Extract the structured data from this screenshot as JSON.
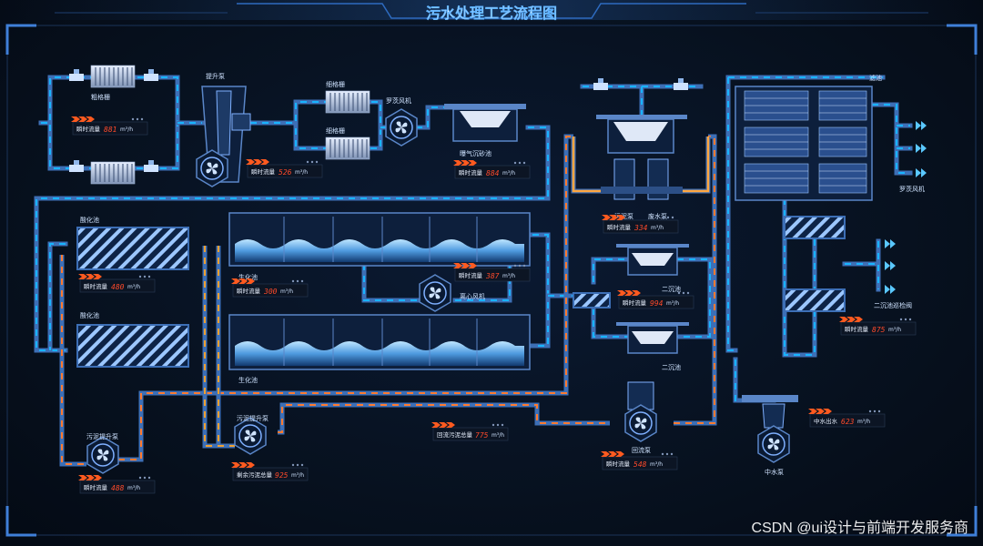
{
  "title": "污水处理工艺流程图",
  "labels": {
    "coarse_screen": "粗格栅",
    "lift_pump": "提升泵",
    "fine_screen_1": "细格栅",
    "fine_screen_2": "细格栅",
    "roots_blower_1": "罗茨风机",
    "aerated_grit": "曝气沉砂池",
    "acid_pool_1": "酸化池",
    "acid_pool_2": "酸化池",
    "bio_pool_1": "生化池",
    "bio_pool_2": "生化池",
    "centrifugal_blower": "离心风机",
    "sludge_pump": "污泥泵",
    "waste_pump": "废水泵",
    "sec_clarifier_1": "二沉池",
    "sec_clarifier_2": "二沉池",
    "filter": "滤池",
    "roots_blower_2": "罗茨风机",
    "sec_clar_inspect": "二沉池巡检阀",
    "sludge_lift_pump": "污泥提升泵",
    "sludge_lift_pump_2": "污泥提升泵",
    "return_pump": "回流泵",
    "reuse_pump": "中水泵"
  },
  "readouts": [
    {
      "label": "瞬时流量",
      "value": "881",
      "unit": "m³/h"
    },
    {
      "label": "瞬时流量",
      "value": "526",
      "unit": "m³/h"
    },
    {
      "label": "瞬时流量",
      "value": "884",
      "unit": "m³/h"
    },
    {
      "label": "瞬时流量",
      "value": "480",
      "unit": "m³/h"
    },
    {
      "label": "瞬时流量",
      "value": "300",
      "unit": "m³/h"
    },
    {
      "label": "瞬时流量",
      "value": "387",
      "unit": "m³/h"
    },
    {
      "label": "瞬时流量",
      "value": "334",
      "unit": "m³/h"
    },
    {
      "label": "瞬时流量",
      "value": "994",
      "unit": "m³/h"
    },
    {
      "label": "瞬时流量",
      "value": "875",
      "unit": "m³/h"
    },
    {
      "label": "中水出水",
      "value": "623",
      "unit": "m³/h"
    },
    {
      "label": "回流污泥总量",
      "value": "775",
      "unit": "m³/h"
    },
    {
      "label": "瞬时流量",
      "value": "548",
      "unit": "m³/h"
    },
    {
      "label": "瞬时流量",
      "value": "488",
      "unit": "m³/h"
    },
    {
      "label": "剩余污泥总量",
      "value": "925",
      "unit": "m³/h"
    }
  ],
  "credit": "CSDN @ui设计与前端开发服务商",
  "colors": {
    "background": "#050c19",
    "pipe": "#3d6fb6",
    "flow_blue": "#18b4ff",
    "flow_orange": "#ff7a2f",
    "value_red": "#ff4a2a",
    "badge_orange": "#ff5a1f"
  }
}
